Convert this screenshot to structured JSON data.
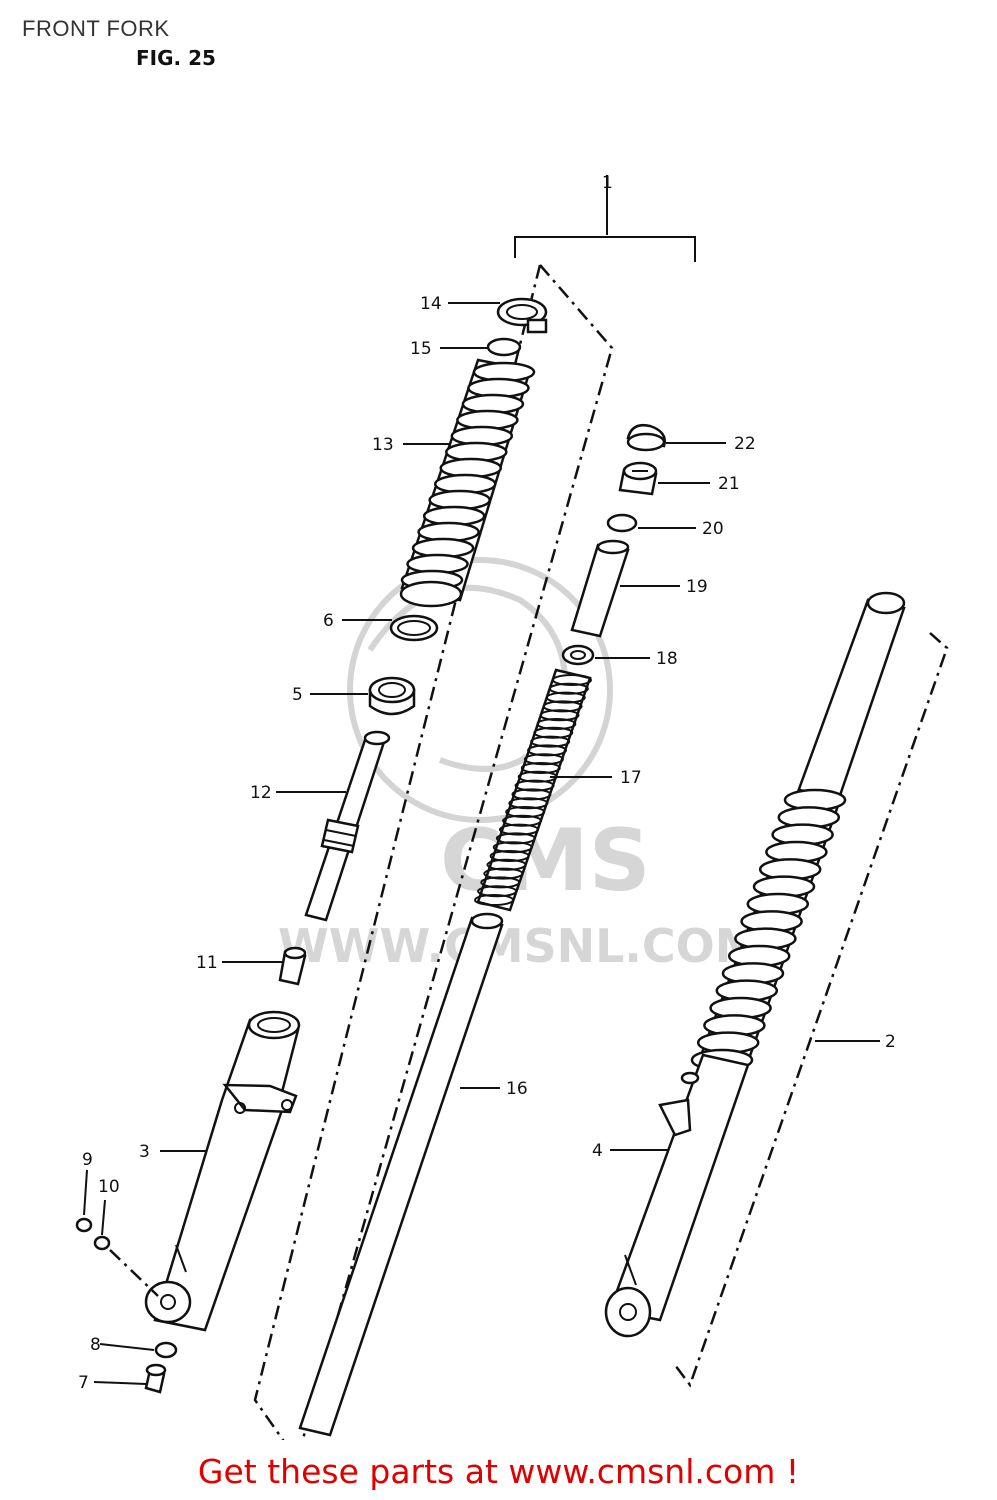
{
  "header": {
    "title": "FRONT FORK",
    "figure": "FIG. 25"
  },
  "watermark": {
    "brand": "CMS",
    "url": "WWW.CMSNL.COM"
  },
  "callouts": {
    "c1": "1",
    "c2": "2",
    "c3": "3",
    "c4": "4",
    "c5": "5",
    "c6": "6",
    "c7": "7",
    "c8": "8",
    "c9": "9",
    "c10": "10",
    "c11": "11",
    "c12": "12",
    "c13": "13",
    "c14": "14",
    "c15": "15",
    "c16": "16",
    "c17": "17",
    "c18": "18",
    "c19": "19",
    "c20": "20",
    "c21": "21",
    "c22": "22"
  },
  "footer": {
    "link_text": "Get these parts at www.cmsnl.com !",
    "color": "#e00000"
  }
}
